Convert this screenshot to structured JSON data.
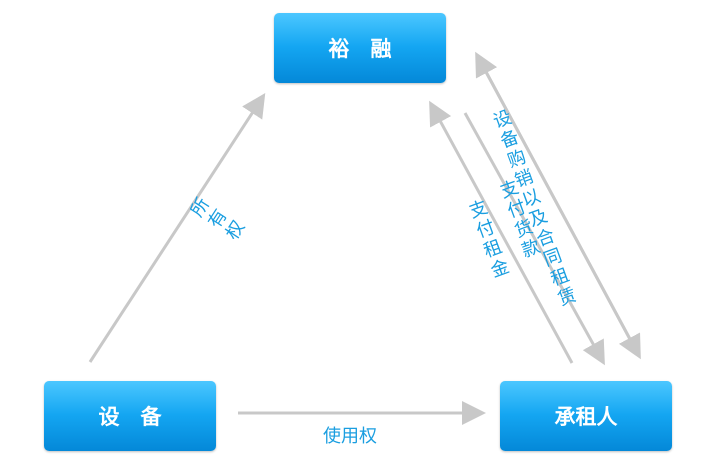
{
  "nodes": {
    "yurong": "裕　融",
    "shebei": "设　备",
    "chengzu": "承租人"
  },
  "edges": {
    "ownership": "所有权",
    "usage_right": "使用权",
    "pay_rent": "支付租金",
    "pay_goods": "支付货款",
    "purchase_lease": "设备购销以及合同租赁"
  },
  "colors": {
    "node_top": "#4cc7ff",
    "node_bottom": "#0488d8",
    "arrow": "#c8c8c8",
    "label_text": "#1a9ee0"
  }
}
